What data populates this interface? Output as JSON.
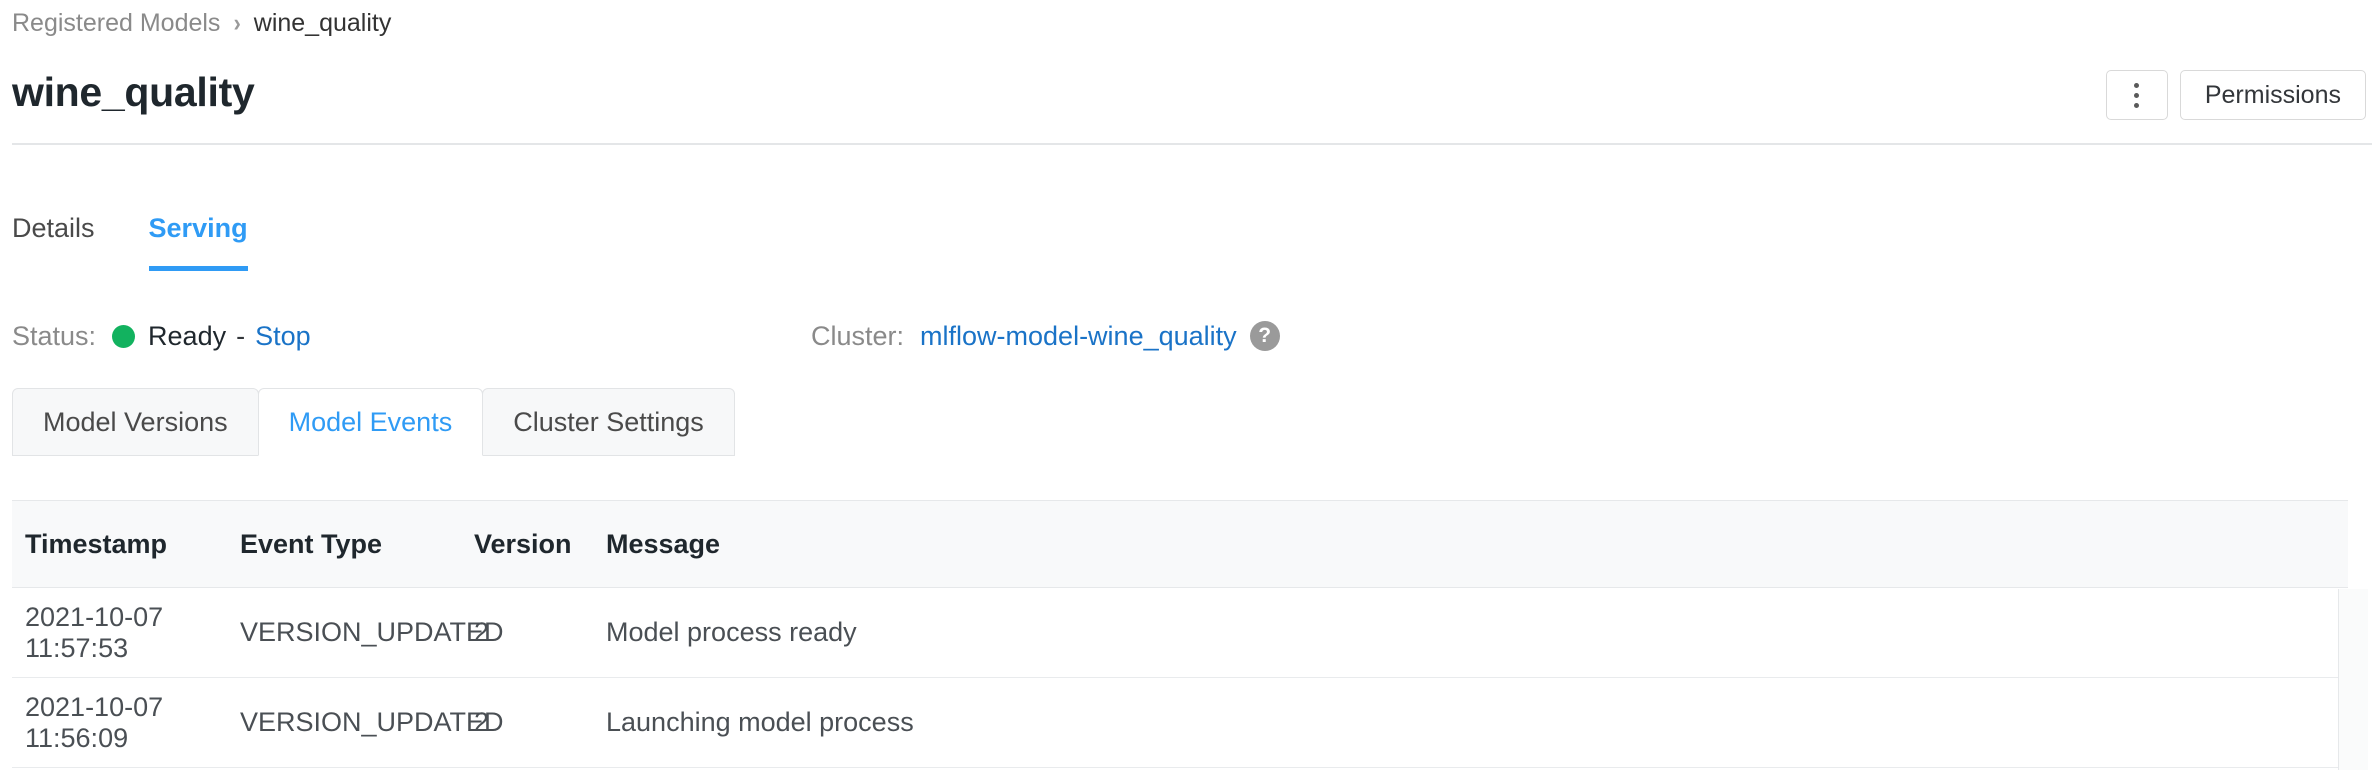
{
  "breadcrumb": {
    "parent": "Registered Models",
    "separator": "›",
    "current": "wine_quality"
  },
  "header": {
    "title": "wine_quality",
    "kebab_label": "More options",
    "permissions_label": "Permissions"
  },
  "tabs": [
    {
      "label": "Details",
      "active": false
    },
    {
      "label": "Serving",
      "active": true
    }
  ],
  "status": {
    "label": "Status:",
    "value": "Ready",
    "dash": "-",
    "action_label": "Stop",
    "dot_color": "#12b25f"
  },
  "cluster": {
    "label": "Cluster:",
    "name": "mlflow-model-wine_quality",
    "help_glyph": "?"
  },
  "subtabs": [
    {
      "label": "Model Versions",
      "active": false
    },
    {
      "label": "Model Events",
      "active": true
    },
    {
      "label": "Cluster Settings",
      "active": false
    }
  ],
  "table": {
    "columns": [
      "Timestamp",
      "Event Type",
      "Version",
      "Message"
    ],
    "rows": [
      {
        "timestamp": "2021-10-07 11:57:53",
        "event_type": "VERSION_UPDATED",
        "version": "2",
        "message": "Model process ready"
      },
      {
        "timestamp": "2021-10-07 11:56:09",
        "event_type": "VERSION_UPDATED",
        "version": "2",
        "message": "Launching model process"
      }
    ]
  },
  "colors": {
    "accent": "#2f9bf5",
    "link": "#1a73c7",
    "success": "#12b25f",
    "text": "#1f272d",
    "muted": "#8a8a8a"
  }
}
